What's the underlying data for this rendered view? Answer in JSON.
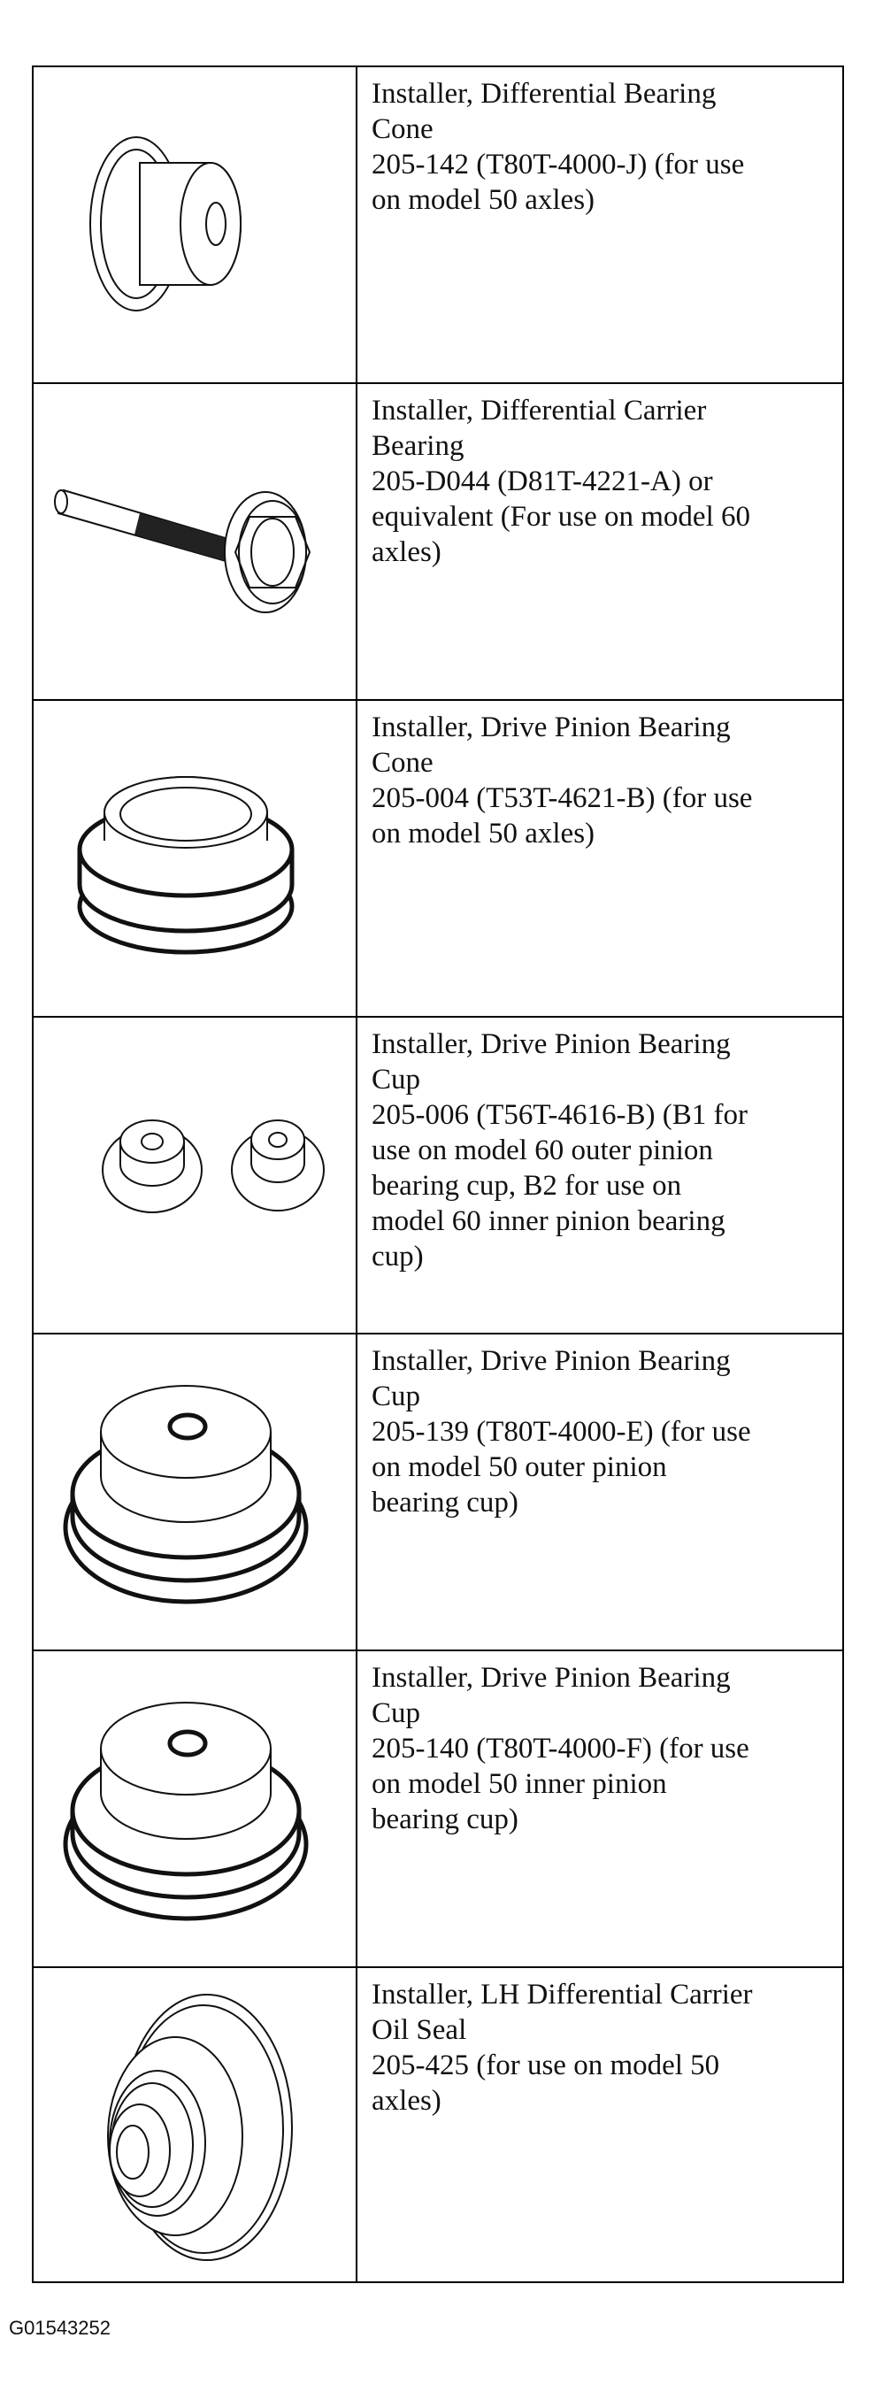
{
  "tools": [
    {
      "lines": [
        "Installer, Differential Bearing",
        "Cone",
        "205-142 (T80T-4000-J) (for use",
        "on model 50 axles)"
      ],
      "icon": "differential-bearing-cone-installer-icon"
    },
    {
      "lines": [
        "Installer, Differential Carrier",
        "Bearing",
        "205-D044 (D81T-4221-A) or",
        "equivalent (For use on model 60",
        "axles)"
      ],
      "icon": "differential-carrier-bearing-installer-icon"
    },
    {
      "lines": [
        "Installer, Drive Pinion Bearing",
        "Cone",
        "205-004 (T53T-4621-B) (for use",
        "on model 50 axles)"
      ],
      "icon": "drive-pinion-bearing-cone-installer-icon"
    },
    {
      "lines": [
        "Installer, Drive Pinion Bearing",
        "Cup",
        "205-006 (T56T-4616-B) (B1 for",
        "use on model 60 outer pinion",
        "bearing cup, B2 for use on",
        "model 60 inner pinion bearing",
        "cup)"
      ],
      "icon": "drive-pinion-bearing-cup-installer-set-icon"
    },
    {
      "lines": [
        "Installer, Drive Pinion Bearing",
        "Cup",
        "205-139 (T80T-4000-E) (for use",
        "on model 50 outer pinion",
        "bearing cup)"
      ],
      "icon": "drive-pinion-bearing-cup-installer-outer-icon"
    },
    {
      "lines": [
        "Installer, Drive Pinion Bearing",
        "Cup",
        "205-140 (T80T-4000-F) (for use",
        "on model 50 inner pinion",
        "bearing cup)"
      ],
      "icon": "drive-pinion-bearing-cup-installer-inner-icon"
    },
    {
      "lines": [
        "Installer, LH Differential Carrier",
        "Oil Seal",
        "205-425 (for use on model 50",
        "axles)"
      ],
      "icon": "lh-differential-carrier-oil-seal-installer-icon"
    }
  ],
  "footer": {
    "code": "G01543252"
  }
}
